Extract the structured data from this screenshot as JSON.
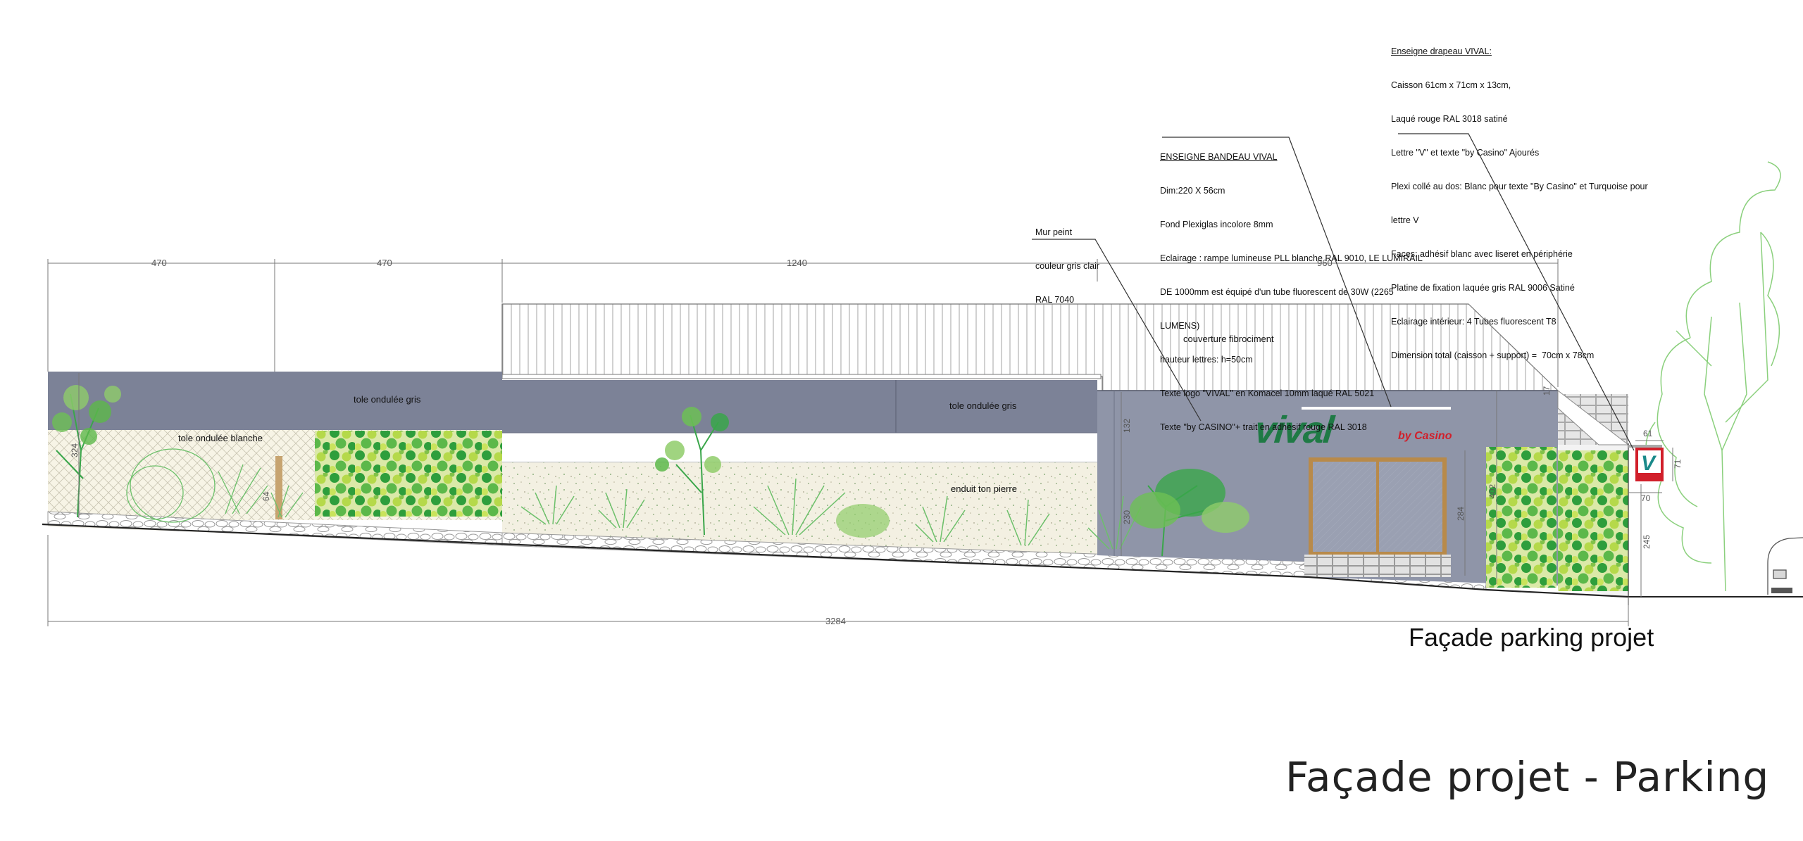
{
  "title": "Façade projet - Parking",
  "subtitle": "Façade parking projet",
  "labels": {
    "tole_grise_left": "tole ondulée gris",
    "tole_blanche": "tole ondulée blanche",
    "tole_grise_mid": "tole ondulée gris",
    "couverture": "couverture fibrociment",
    "enduit": "enduit ton pierre"
  },
  "notes": {
    "mur": [
      "Mur peint",
      "couleur gris clair",
      "RAL 7040"
    ],
    "bandeau": [
      "ENSEIGNE BANDEAU VIVAL",
      "Dim:220 X 56cm",
      "Fond Plexiglas incolore 8mm",
      "Eclairage : rampe lumineuse PLL blanche RAL 9010, LE LUMIRAIL",
      "DE 1000mm est équipé d'un tube fluorescent de 30W (2265",
      "LUMENS)",
      "hauteur lettres: h=50cm",
      "Texte logo \"VIVAL\" en Komacel 10mm laqué RAL 5021",
      "Texte \"by CASINO\"+ trait en adhésif rouge RAL 3018"
    ],
    "drapeau": [
      "Enseigne drapeau VIVAL:",
      "Caisson 61cm x 71cm x 13cm,",
      "Laqué rouge RAL 3018 satiné",
      "Lettre \"V\" et texte \"by Casino\" Ajourés",
      "Plexi collé au dos: Blanc pour texte \"By Casino\" et Turquoise pour",
      "lettre V",
      "Faces: adhésif blanc avec liseret en périphérie",
      "Platine de fixation laquée gris RAL 9006 Satiné",
      "Eclairage intérieur: 4 Tubes fluorescent T8",
      "Dimension total (caisson + support) =  70cm x 78cm"
    ]
  },
  "dimensions": {
    "top": [
      "470",
      "470",
      "1240",
      "960"
    ],
    "total": "3284",
    "vertical": {
      "left_wall": "324",
      "left_small": "64",
      "bandeau_gap": "132",
      "lower_wall": "230",
      "door_height": "284",
      "facade_height": "402",
      "sign_width": "61",
      "sign_height": "71",
      "sign_bracket": "70",
      "sign_clearance": "245",
      "roof_small": "17"
    }
  },
  "signage": {
    "logo_main": "vival",
    "logo_sub": "by Casino",
    "flag_letter": "V"
  },
  "colors": {
    "gray_wall": "#8f95a8",
    "gray_tole": "#7c8297",
    "vival_green": "#1f7a45",
    "casino_red": "#d11f2a",
    "foliage_dark": "#2e9e3c",
    "foliage_light": "#b5d94a",
    "door_frame": "#b88a4a"
  }
}
